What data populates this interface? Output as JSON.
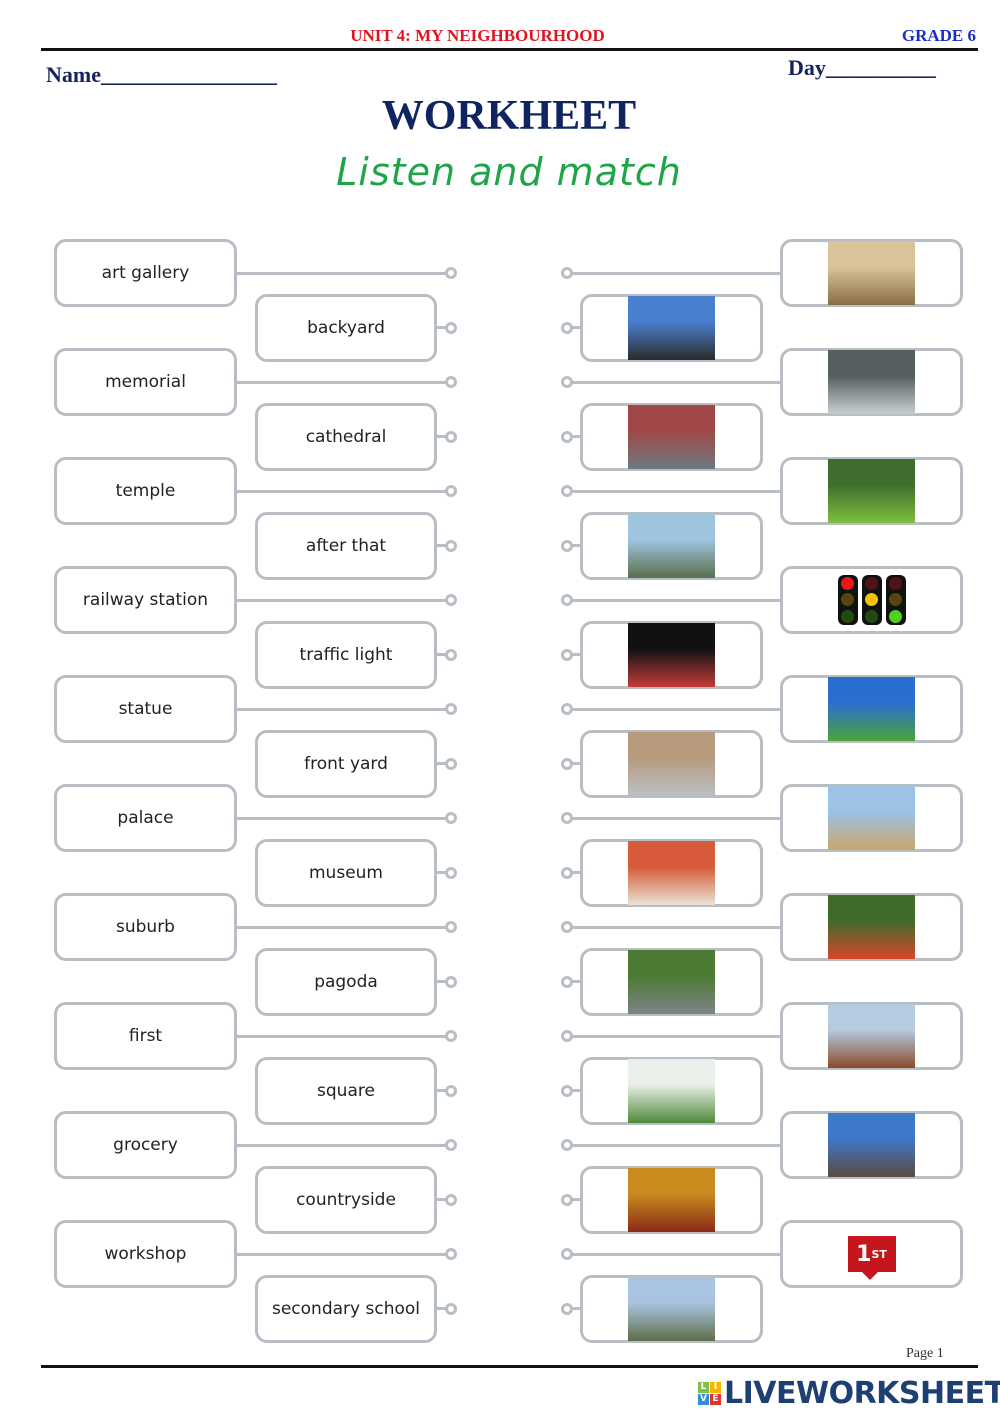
{
  "header": {
    "unit": "UNIT 4: MY NEIGHBOURHOOD",
    "grade": "GRADE 6",
    "name_label": "Name________________",
    "day_label": "Day__________",
    "title": "WORKHEET",
    "instruction": "Listen and match"
  },
  "colors": {
    "unit": "#e0141e",
    "grade": "#1a2ccc",
    "title": "#0f2460",
    "instruction": "#1fa548",
    "box_border": "#b8bec4"
  },
  "words": [
    "art gallery",
    "backyard",
    "memorial",
    "cathedral",
    "temple",
    "after that",
    "railway station",
    "traffic light",
    "statue",
    "front yard",
    "palace",
    "museum",
    "suburb",
    "pagoda",
    "first",
    "square",
    "grocery",
    "countryside",
    "workshop",
    "secondary school"
  ],
  "pictures": [
    {
      "icon": "dinosaur-museum-photo",
      "colors": [
        "#d9c49a",
        "#8a6d45"
      ]
    },
    {
      "icon": "lion-statue-photo",
      "colors": [
        "#4a7fd0",
        "#2b2b2b"
      ]
    },
    {
      "icon": "railway-station-photo",
      "colors": [
        "#555e60",
        "#c9cfcf"
      ]
    },
    {
      "icon": "workshop-photo",
      "colors": [
        "#a04848",
        "#6d7a80"
      ]
    },
    {
      "icon": "backyard-garden-photo",
      "colors": [
        "#3f6e2e",
        "#7fbf3e"
      ]
    },
    {
      "icon": "school-building-photo",
      "colors": [
        "#9fc4e0",
        "#5a6e4c"
      ]
    },
    {
      "icon": "traffic-light-icon",
      "colors": [
        "#ffffff",
        "#ffffff"
      ]
    },
    {
      "icon": "twin-girls-photo",
      "colors": [
        "#111111",
        "#c43b3b"
      ]
    },
    {
      "icon": "countryside-photo",
      "colors": [
        "#2a6fd0",
        "#4ca23a"
      ]
    },
    {
      "icon": "city-square-photo",
      "colors": [
        "#b79a7c",
        "#b9c0c4"
      ]
    },
    {
      "icon": "palace-photo",
      "colors": [
        "#9cc2e6",
        "#c7a66a"
      ]
    },
    {
      "icon": "art-gallery-photo",
      "colors": [
        "#d75a3a",
        "#e9e2d4"
      ]
    },
    {
      "icon": "grocery-produce-photo",
      "colors": [
        "#3f6b2a",
        "#d9462a"
      ]
    },
    {
      "icon": "suburb-street-photo",
      "colors": [
        "#4b7b34",
        "#7e8486"
      ]
    },
    {
      "icon": "pagoda-photo",
      "colors": [
        "#b4cbe0",
        "#8a4b2a"
      ]
    },
    {
      "icon": "front-yard-house-photo",
      "colors": [
        "#e9efe9",
        "#4f8a3a"
      ]
    },
    {
      "icon": "cathedral-photo",
      "colors": [
        "#3e78c8",
        "#5a4b40"
      ]
    },
    {
      "icon": "temple-gate-photo",
      "colors": [
        "#c98a1e",
        "#8a2a1a"
      ]
    },
    {
      "icon": "first-place-badge",
      "colors": [
        "#ffffff",
        "#ffffff"
      ],
      "text": "1",
      "sup": "ST"
    },
    {
      "icon": "memorial-monument-photo",
      "colors": [
        "#a8c4e0",
        "#5e6f4a"
      ]
    }
  ],
  "traffic_light_colors": [
    "#e41a1a",
    "#f4c20d",
    "#4fd11a"
  ],
  "footer": {
    "page": "Page 1",
    "brand": "LIVEWORKSHEETS",
    "logo_letters": [
      "L",
      "I",
      "V",
      "E"
    ]
  }
}
